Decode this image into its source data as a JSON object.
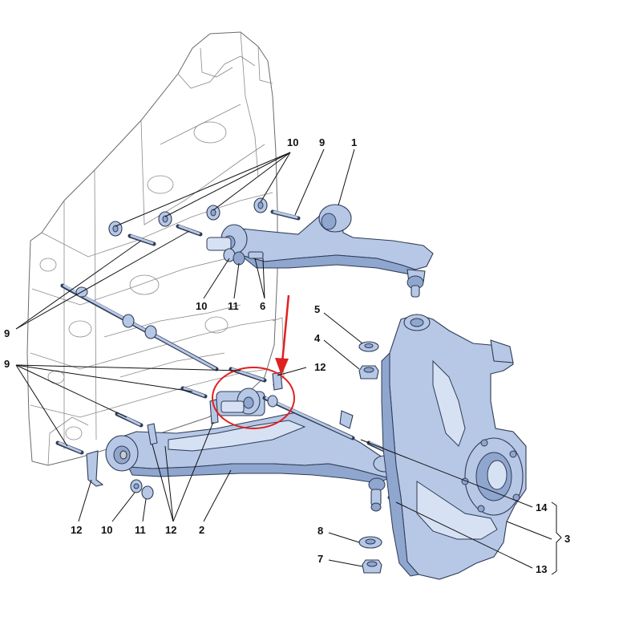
{
  "colors": {
    "part_fill": "#b7c8e6",
    "part_dark": "#8fa6cf",
    "outline": "#2e3b55",
    "frame_line": "#6b6b6b",
    "highlight": "#e02020"
  },
  "callouts": {
    "c1": "1",
    "c2": "2",
    "c3": "3",
    "c4": "4",
    "c5": "5",
    "c6": "6",
    "c7": "7",
    "c8": "8",
    "c9_top": "9",
    "c9_left_a": "9",
    "c9_left_b": "9",
    "c10_top": "10",
    "c10_mid": "10",
    "c10_bottom": "10",
    "c11_mid": "11",
    "c11_bottom": "11",
    "c12_bolt": "12",
    "c12_left": "12",
    "c12_bottom": "12",
    "c13": "13",
    "c14": "14"
  }
}
